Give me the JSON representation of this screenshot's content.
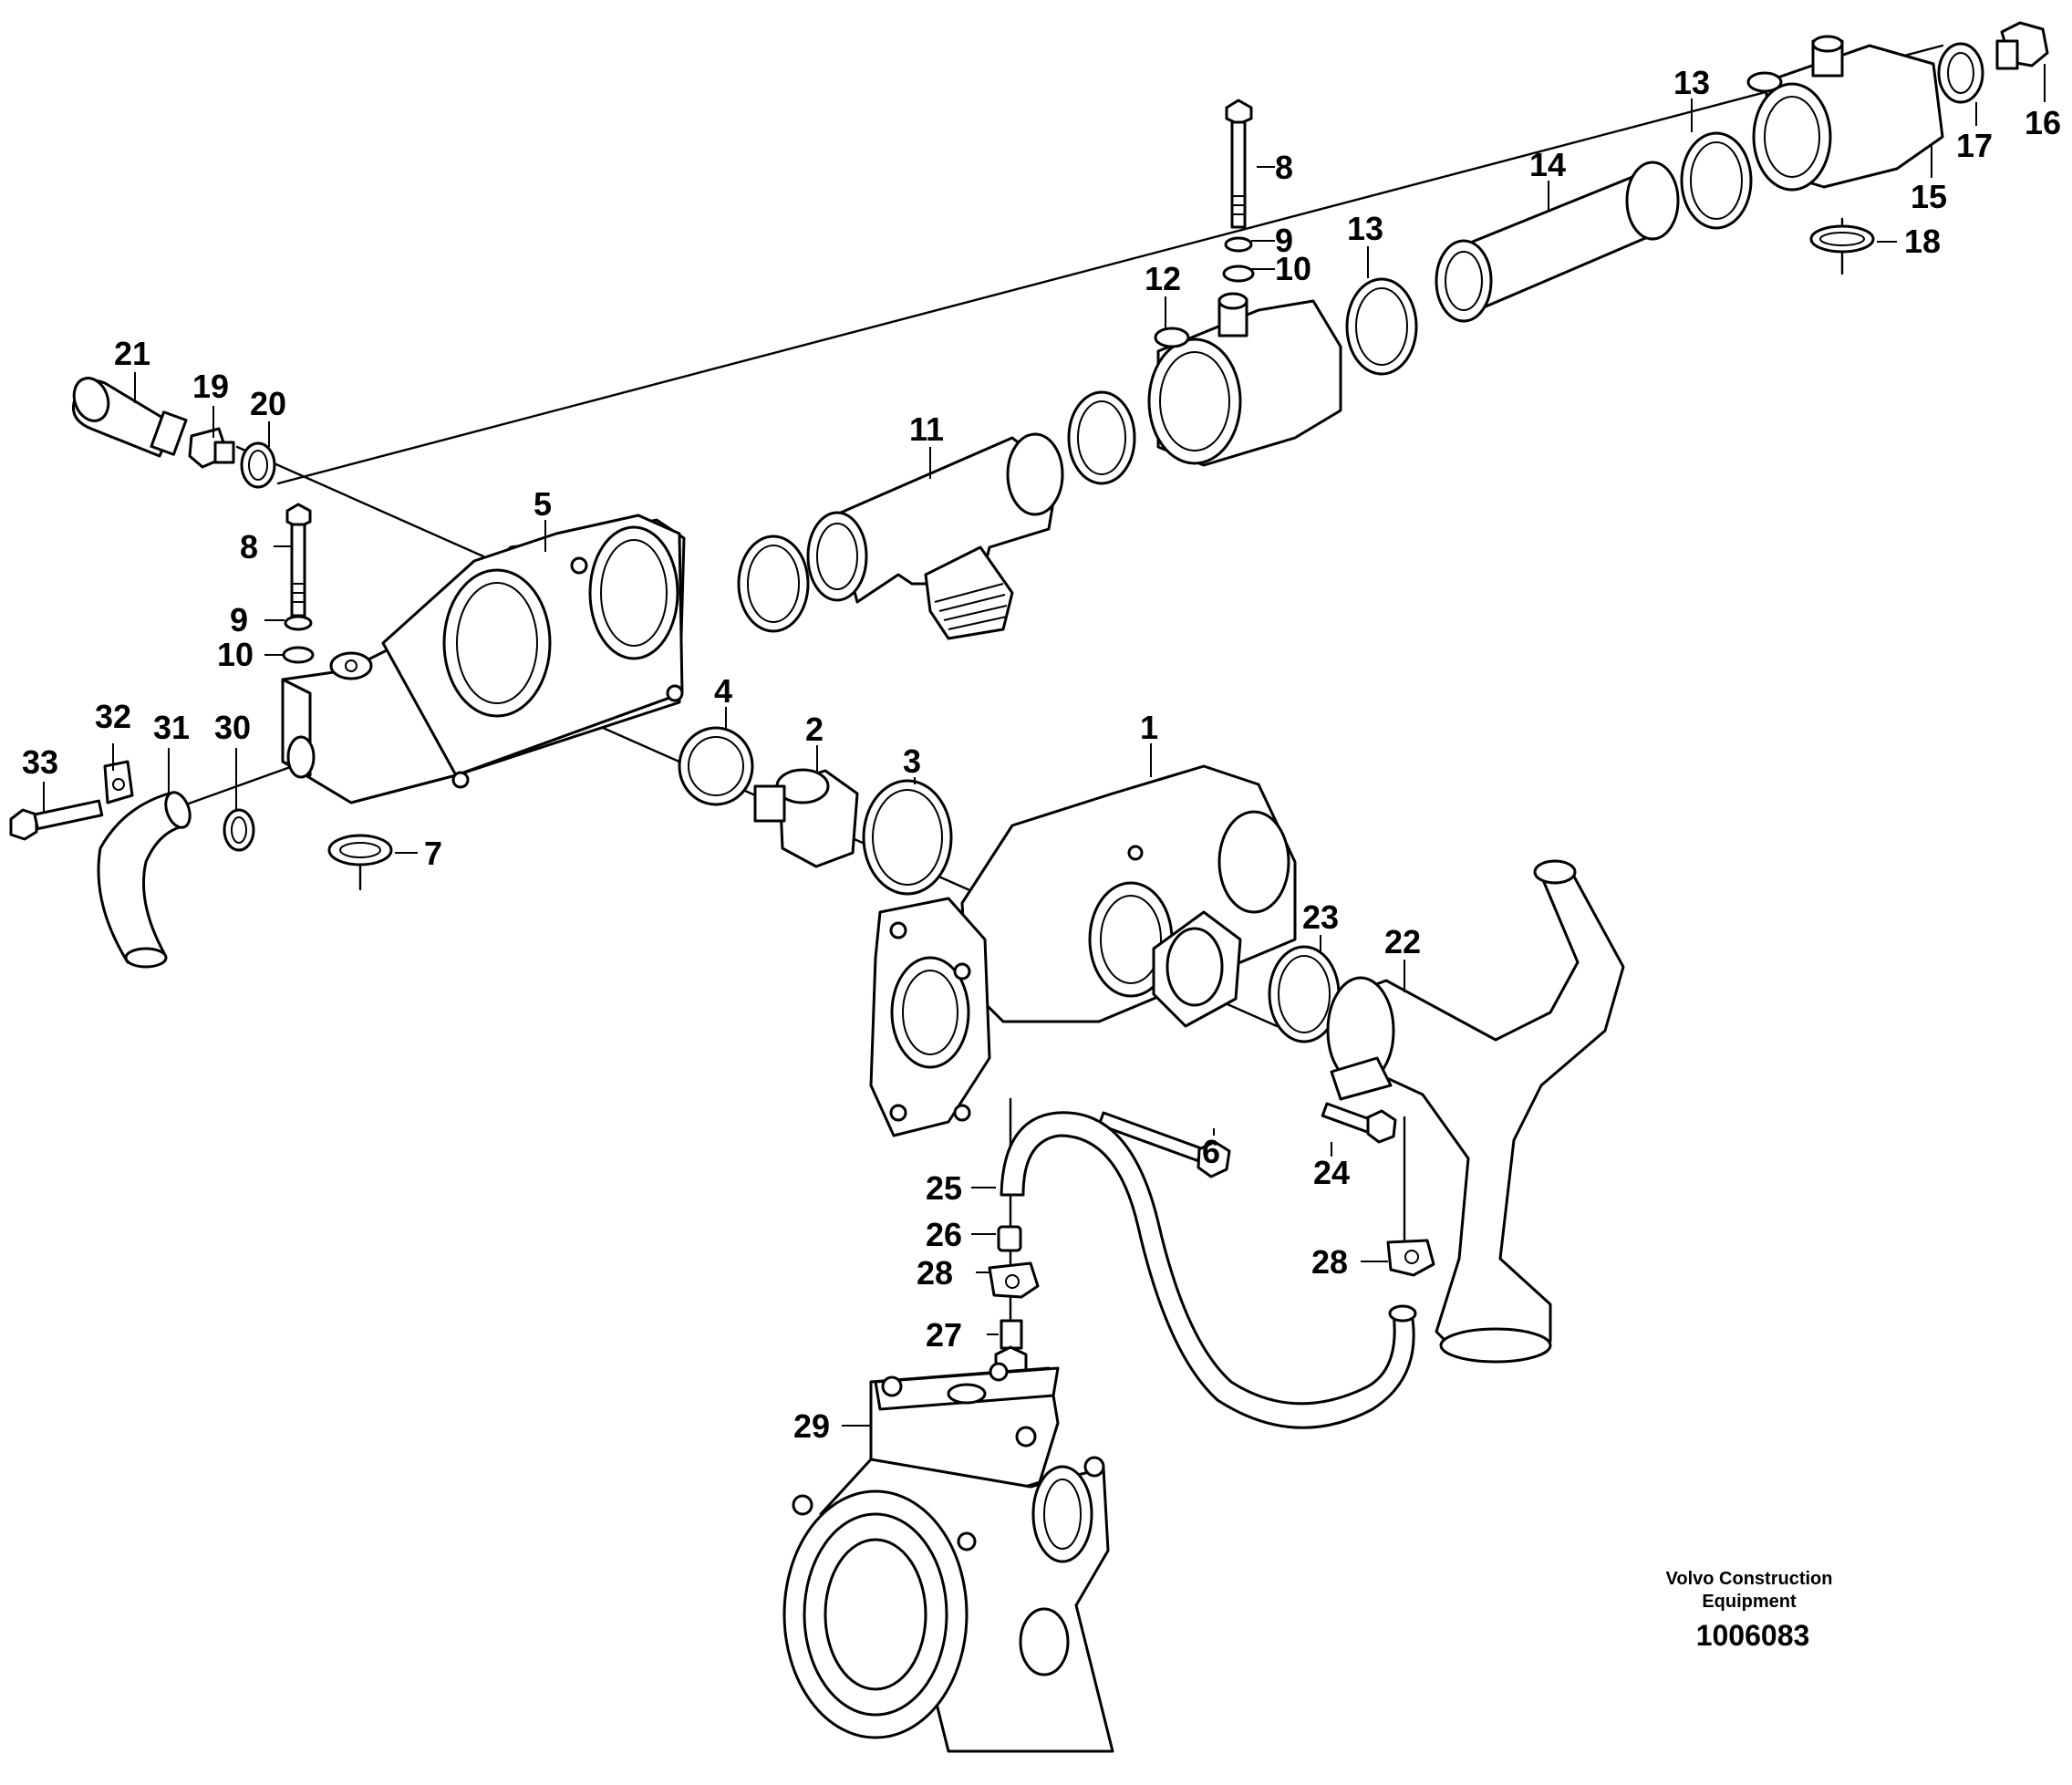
{
  "diagram": {
    "callouts": [
      {
        "id": "c1",
        "text": "1"
      },
      {
        "id": "c2",
        "text": "2"
      },
      {
        "id": "c3",
        "text": "3"
      },
      {
        "id": "c4",
        "text": "4"
      },
      {
        "id": "c5",
        "text": "5"
      },
      {
        "id": "c6",
        "text": "6"
      },
      {
        "id": "c7",
        "text": "7"
      },
      {
        "id": "c8a",
        "text": "8"
      },
      {
        "id": "c8b",
        "text": "8"
      },
      {
        "id": "c9a",
        "text": "9"
      },
      {
        "id": "c9b",
        "text": "9"
      },
      {
        "id": "c10a",
        "text": "10"
      },
      {
        "id": "c10b",
        "text": "10"
      },
      {
        "id": "c11",
        "text": "11"
      },
      {
        "id": "c12",
        "text": "12"
      },
      {
        "id": "c13a",
        "text": "13"
      },
      {
        "id": "c13b",
        "text": "13"
      },
      {
        "id": "c14",
        "text": "14"
      },
      {
        "id": "c15",
        "text": "15"
      },
      {
        "id": "c16",
        "text": "16"
      },
      {
        "id": "c17",
        "text": "17"
      },
      {
        "id": "c18",
        "text": "18"
      },
      {
        "id": "c19",
        "text": "19"
      },
      {
        "id": "c20",
        "text": "20"
      },
      {
        "id": "c21",
        "text": "21"
      },
      {
        "id": "c22",
        "text": "22"
      },
      {
        "id": "c23",
        "text": "23"
      },
      {
        "id": "c24",
        "text": "24"
      },
      {
        "id": "c25",
        "text": "25"
      },
      {
        "id": "c26",
        "text": "26"
      },
      {
        "id": "c27",
        "text": "27"
      },
      {
        "id": "c28a",
        "text": "28"
      },
      {
        "id": "c28b",
        "text": "28"
      },
      {
        "id": "c29",
        "text": "29"
      },
      {
        "id": "c30",
        "text": "30"
      },
      {
        "id": "c31",
        "text": "31"
      },
      {
        "id": "c32",
        "text": "32"
      },
      {
        "id": "c33",
        "text": "33"
      }
    ],
    "footer": {
      "company_line1": "Volvo Construction",
      "company_line2": "Equipment",
      "drawing_number": "1006083"
    }
  }
}
